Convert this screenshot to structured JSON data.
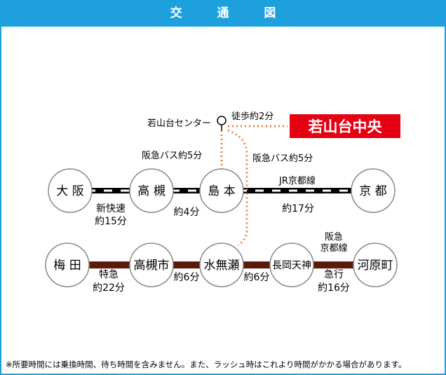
{
  "title": "交 通 図",
  "destination": "若山台中央",
  "center_label": "若山台センター",
  "walk_label": "徒歩約2分",
  "bus_left_label": "阪急バス約5分",
  "bus_right_label": "阪急バス約5分",
  "jr_line_label": "JR京都線",
  "jr_stations": [
    "大 阪",
    "高 槻",
    "島 本",
    "京 都"
  ],
  "jr_segments": [
    {
      "line1": "新快速",
      "line2": "約15分"
    },
    {
      "line1": "約4分",
      "line2": ""
    },
    {
      "line1": "約17分",
      "line2": ""
    }
  ],
  "hankyu_line_label_1": "阪急",
  "hankyu_line_label_2": "京都線",
  "hankyu_stations": [
    "梅 田",
    "高槻市",
    "水無瀬",
    "長岡天神",
    "河原町"
  ],
  "hankyu_segments": [
    {
      "line1": "特急",
      "line2": "約22分"
    },
    {
      "line1": "約6分",
      "line2": ""
    },
    {
      "line1": "約6分",
      "line2": ""
    },
    {
      "line1": "急行",
      "line2": "約16分"
    }
  ],
  "note": "※所要時間には乗換時間、待ち時間を含みません。また、ラッシュ時はこれより時間がかかる場合があります。",
  "colors": {
    "header": "#1ea0dc",
    "destination_box": "#e50012",
    "hankyu_line": "#5a1a0a",
    "bus_route": "#f08040"
  }
}
